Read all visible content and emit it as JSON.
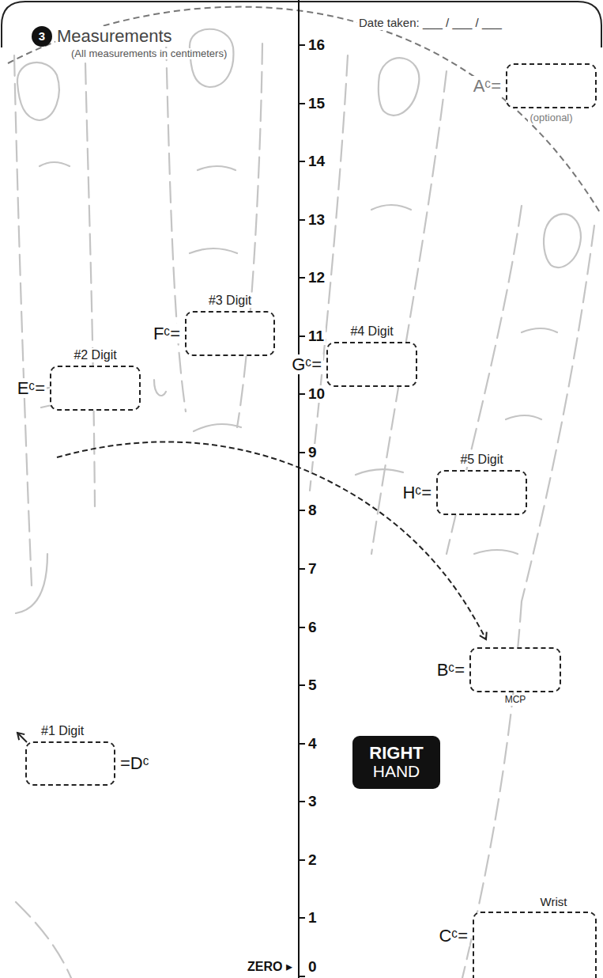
{
  "diagram": {
    "title": "Measurements",
    "nodes": [
      {
        "text": [
          "3"
        ]
      },
      {
        "text": [
          "Aᶜ=",
          "(optional)"
        ]
      },
      {
        "text": [
          "#3 Digit",
          "Fᶜ="
        ]
      },
      {
        "text": [
          "#4 Digit",
          "Gᶜ="
        ]
      },
      {
        "text": [
          "#2 Digit",
          "Eᶜ="
        ]
      },
      {
        "text": [
          "#5 Digit",
          "Hᶜ="
        ]
      },
      {
        "text": [
          "Bᶜ=",
          "MCP"
        ]
      },
      {
        "text": [
          "#1 Digit",
          "=Dᶜ"
        ]
      },
      {
        "text": [
          "RIGHT",
          "HAND"
        ]
      },
      {
        "text": [
          "Wrist",
          "Cᶜ="
        ]
      }
    ],
    "labels": [
      "(All measurements in centimeters)",
      "Date taken: ___ / ___ / ___",
      "16",
      "15",
      "14",
      "13",
      "12",
      "11",
      "10",
      "9",
      "8",
      "7",
      "6",
      "5",
      "4",
      "3",
      "2",
      "1",
      "0",
      "ZERO ▸"
    ]
  }
}
